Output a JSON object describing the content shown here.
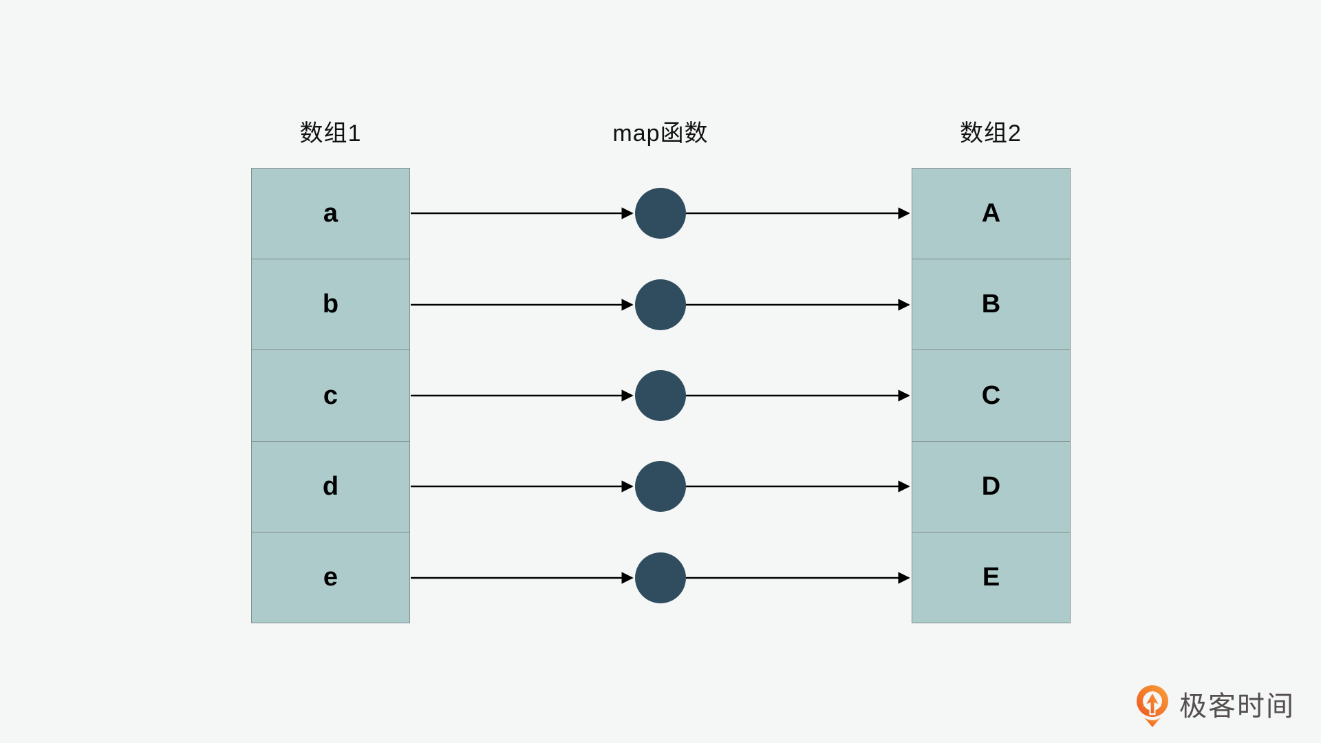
{
  "page": {
    "background_color": "#f5f6f6"
  },
  "diagram": {
    "titles": {
      "left": "数组1",
      "middle": "map函数",
      "right": "数组2"
    },
    "rows": [
      {
        "input": "a",
        "output": "A"
      },
      {
        "input": "b",
        "output": "B"
      },
      {
        "input": "c",
        "output": "C"
      },
      {
        "input": "d",
        "output": "D"
      },
      {
        "input": "e",
        "output": "E"
      }
    ],
    "colors": {
      "box_fill": "#adcbca",
      "box_border": "#7f8b8b",
      "circle_fill": "#2f4d5f",
      "arrow": "#000000"
    }
  },
  "branding": {
    "logo_text": "极客时间",
    "logo_text_color": "#544f4e",
    "icon": "geektime-pin-icon",
    "icon_gradient_from": "#ed571f",
    "icon_gradient_to": "#f9a13b"
  }
}
